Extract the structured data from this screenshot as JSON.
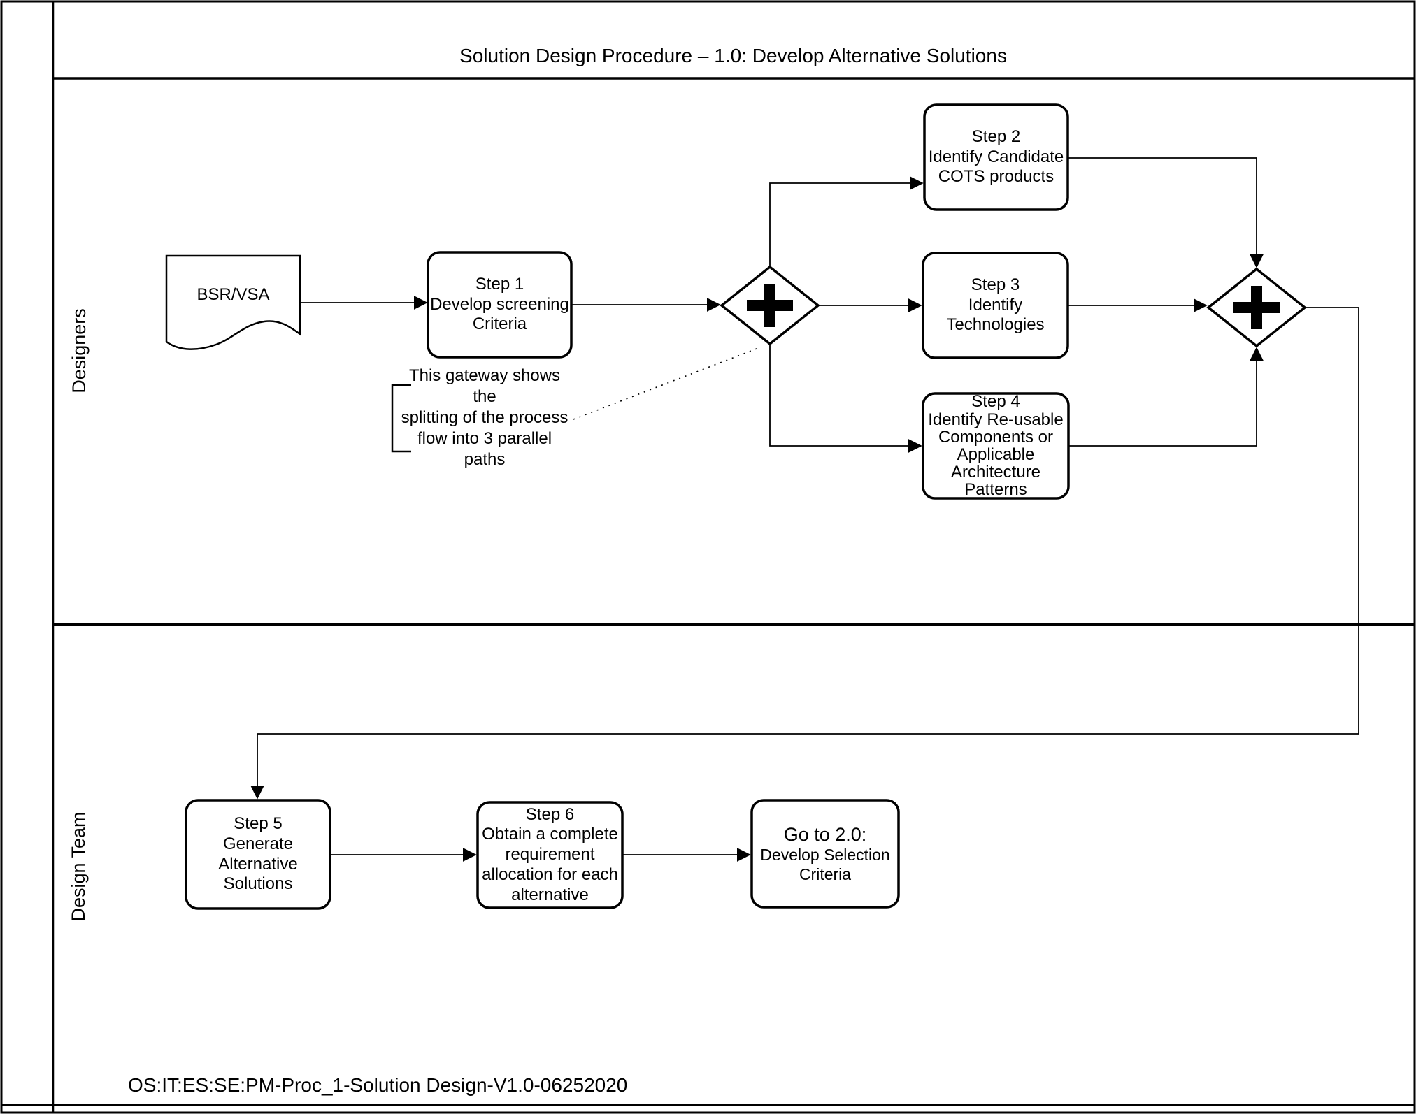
{
  "title": "Solution Design Procedure – 1.0: Develop Alternative Solutions",
  "footer": "OS:IT:ES:SE:PM-Proc_1-Solution Design-V1.0-06252020",
  "lanes": {
    "designers": "Designers",
    "design_team": "Design Team"
  },
  "nodes": {
    "bsr_vsa": {
      "label": "BSR/VSA"
    },
    "step1": {
      "text": "Step 1\nDevelop screening\nCriteria"
    },
    "step2": {
      "text": "Step 2\nIdentify Candidate\nCOTS products"
    },
    "step3": {
      "text": "Step 3\nIdentify\nTechnologies"
    },
    "step4": {
      "text": "Step 4\nIdentify Re-usable\nComponents or\nApplicable\nArchitecture\nPatterns"
    },
    "step5": {
      "text": "Step 5\nGenerate\nAlternative\nSolutions"
    },
    "step6": {
      "text": "Step 6\nObtain a complete\nrequirement\nallocation for each\nalternative"
    },
    "goto20": {
      "prefix": "Go to 2.0: ",
      "rest": "Develop Selection Criteria"
    }
  },
  "gateways": {
    "gateway1": {
      "type": "parallel-split"
    },
    "gateway2": {
      "type": "parallel-join"
    }
  },
  "annotation": {
    "text": "This gateway shows the\nsplitting of the process\nflow into 3 parallel paths"
  },
  "colors": {
    "line": "#000000",
    "fill": "#ffffff"
  }
}
